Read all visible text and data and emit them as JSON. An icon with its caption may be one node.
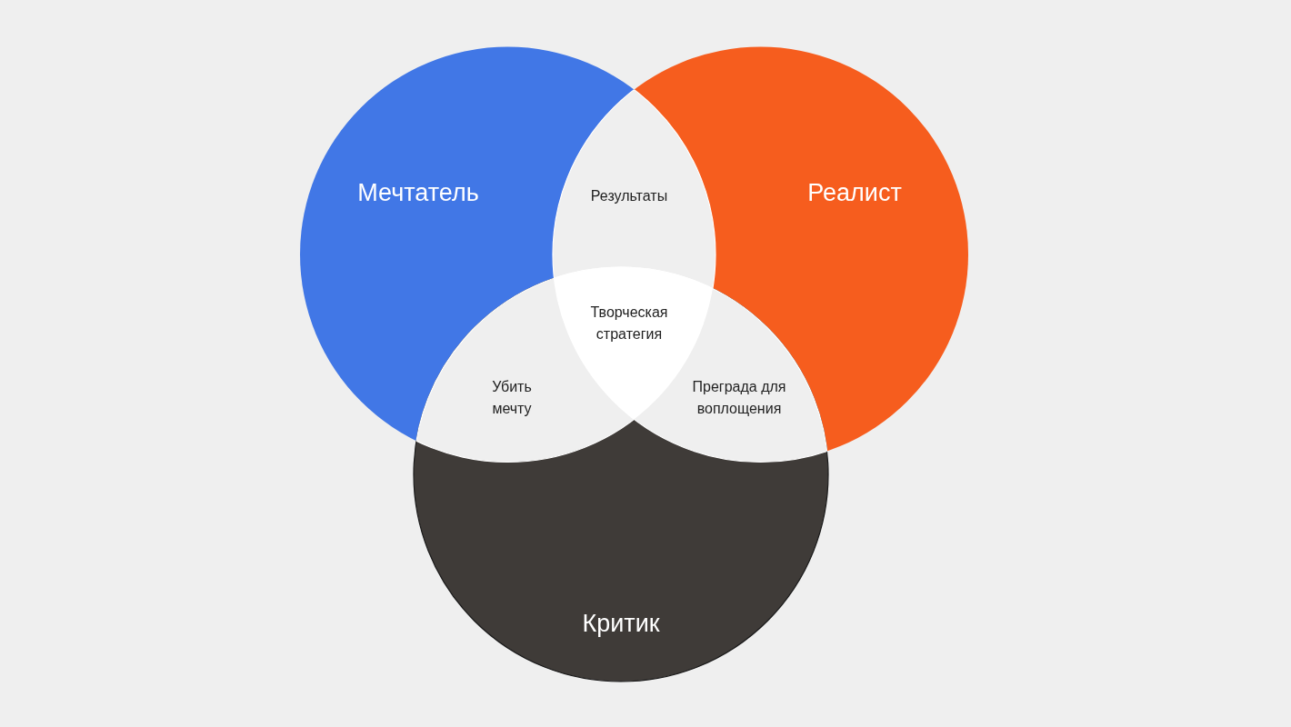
{
  "diagram": {
    "nodes": [
      {
        "text": [
          "Мечтатель"
        ]
      },
      {
        "text": [
          "Реалист"
        ]
      },
      {
        "text": [
          "Критик"
        ]
      },
      {
        "text": [
          "Результаты"
        ]
      },
      {
        "text": [
          "Творческая стратегия"
        ]
      },
      {
        "text": [
          "Убить мечту"
        ]
      },
      {
        "text": [
          "Преграда для воплощения"
        ]
      }
    ]
  }
}
